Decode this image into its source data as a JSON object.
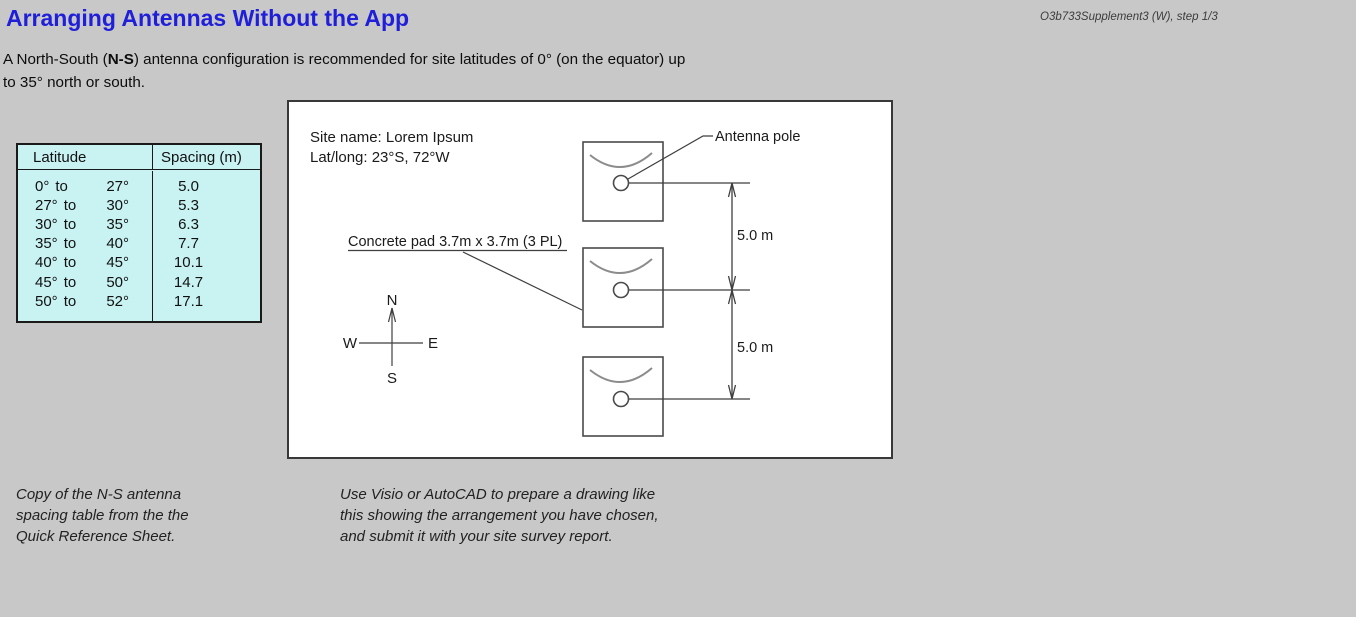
{
  "header": {
    "title": "Arranging Antennas Without the App",
    "doc_ref": "O3b733Supplement3 (W), step 1/3"
  },
  "intro": {
    "pre": "A North-South (",
    "bold": "N-S",
    "mid": ") antenna configuration is recommended for site latitudes of 0° (on the equator) up",
    "line2": "to 35° north or south."
  },
  "table": {
    "headers": [
      "Latitude",
      "Spacing (m)"
    ],
    "to_word": "to",
    "rows": [
      {
        "from": "0°",
        "to": "27°",
        "spacing": "5.0"
      },
      {
        "from": "27°",
        "to": "30°",
        "spacing": "5.3"
      },
      {
        "from": "30°",
        "to": "35°",
        "spacing": "6.3"
      },
      {
        "from": "35°",
        "to": "40°",
        "spacing": "7.7"
      },
      {
        "from": "40°",
        "to": "45°",
        "spacing": "10.1"
      },
      {
        "from": "45°",
        "to": "50°",
        "spacing": "14.7"
      },
      {
        "from": "50°",
        "to": "52°",
        "spacing": "17.1"
      }
    ]
  },
  "diagram": {
    "site_name": "Site name: Lorem Ipsum",
    "lat_long": "Lat/long: 23°S, 72°W",
    "antenna_pole_label": "Antenna pole",
    "concrete_pad_label": "Concrete pad 3.7m x 3.7m (3 PL)",
    "dim_labels": [
      "5.0 m",
      "5.0 m"
    ],
    "compass": {
      "n": "N",
      "s": "S",
      "e": "E",
      "w": "W"
    }
  },
  "captions": {
    "table_caption": [
      "Copy of the N-S antenna",
      "spacing table from the the",
      "Quick Reference Sheet."
    ],
    "diagram_caption": [
      "Use Visio or AutoCAD to prepare a drawing like",
      "this showing the arrangement you have chosen,",
      "and submit it with your site survey report."
    ]
  },
  "colors": {
    "page_bg": "#c8c8c8",
    "title_blue": "#1f1fd9",
    "table_bg": "#c9f2f2",
    "diagram_bg": "#ffffff",
    "drawing_line": "#3f3f3f"
  }
}
